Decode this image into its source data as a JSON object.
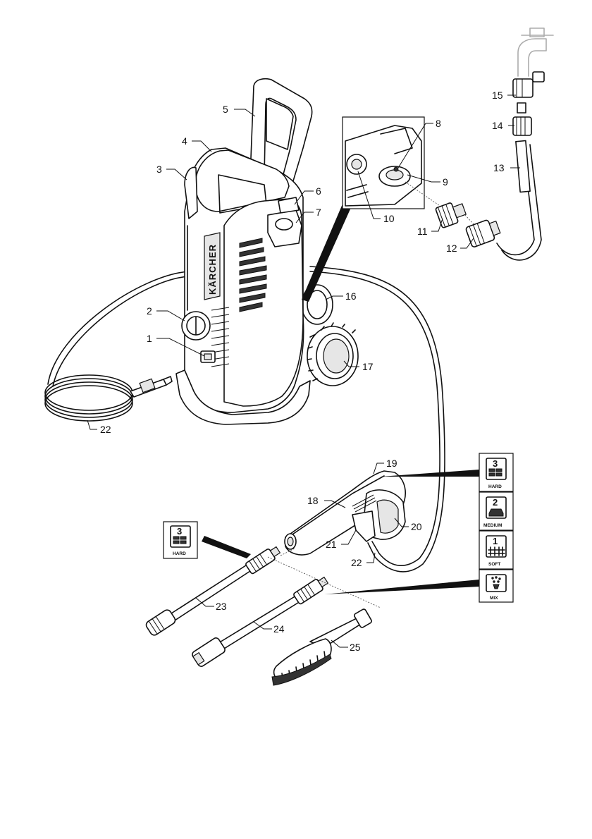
{
  "callouts": [
    "1",
    "2",
    "3",
    "4",
    "5",
    "6",
    "7",
    "8",
    "9",
    "10",
    "11",
    "12",
    "13",
    "14",
    "15",
    "16",
    "17",
    "18",
    "19",
    "20",
    "21",
    "22",
    "22",
    "23",
    "24",
    "25"
  ],
  "brand": "KÄRCHER",
  "modes": [
    {
      "number": "3",
      "label": "HARD"
    },
    {
      "number": "2",
      "label": "MEDIUM"
    },
    {
      "number": "1",
      "label": "SOFT"
    },
    {
      "number": "",
      "label": "MIX"
    }
  ],
  "lance_badge": {
    "number": "3",
    "label": "HARD"
  }
}
